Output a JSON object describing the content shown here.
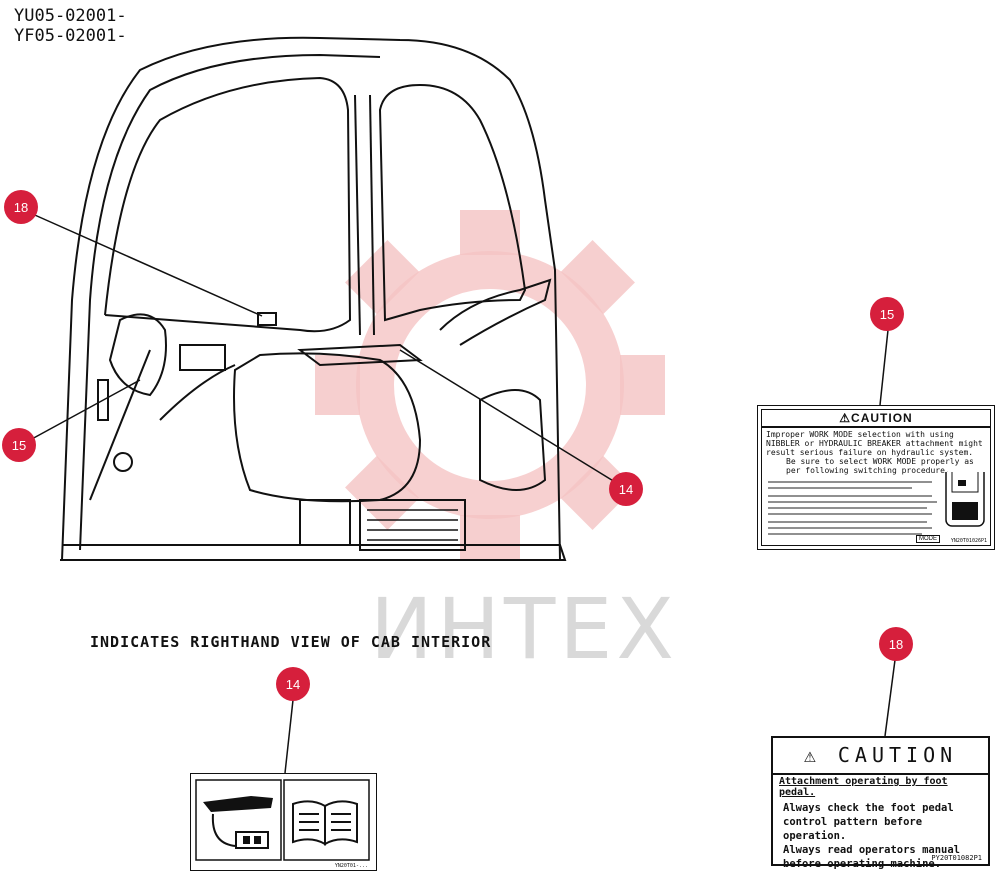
{
  "serials": [
    "YU05-02001-",
    "YF05-02001-"
  ],
  "caption": "INDICATES RIGHTHAND VIEW OF CAB INTERIOR",
  "callouts": {
    "c18_top": "18",
    "c15_left": "15",
    "c14_right": "14",
    "c15_label": "15",
    "c18_label": "18",
    "c14_label": "14"
  },
  "watermark": "ИНТЕХ",
  "label15": {
    "header": "⚠CAUTION",
    "lines": [
      "Improper WORK MODE selection with using",
      "NIBBLER or HYDRAULIC BREAKER attachment might",
      "result serious failure on hydraulic system.",
      "Be sure to select WORK MODE properly as",
      "per following switching procedure."
    ],
    "mode_button": "MODE",
    "code": "YN20T01026P1"
  },
  "label18": {
    "header": "⚠ CAUTION",
    "subtitle": "Attachment operating by foot pedal.",
    "lines": [
      "Always check the foot pedal",
      "control pattern before",
      "operation.",
      "Always read operators manual",
      "before operating machine."
    ],
    "code": "PY20T01082P1"
  },
  "label14": {
    "code": "YN20T01-..."
  },
  "colors": {
    "callout": "#d61f3c",
    "watermark": "#f2b8b8"
  }
}
